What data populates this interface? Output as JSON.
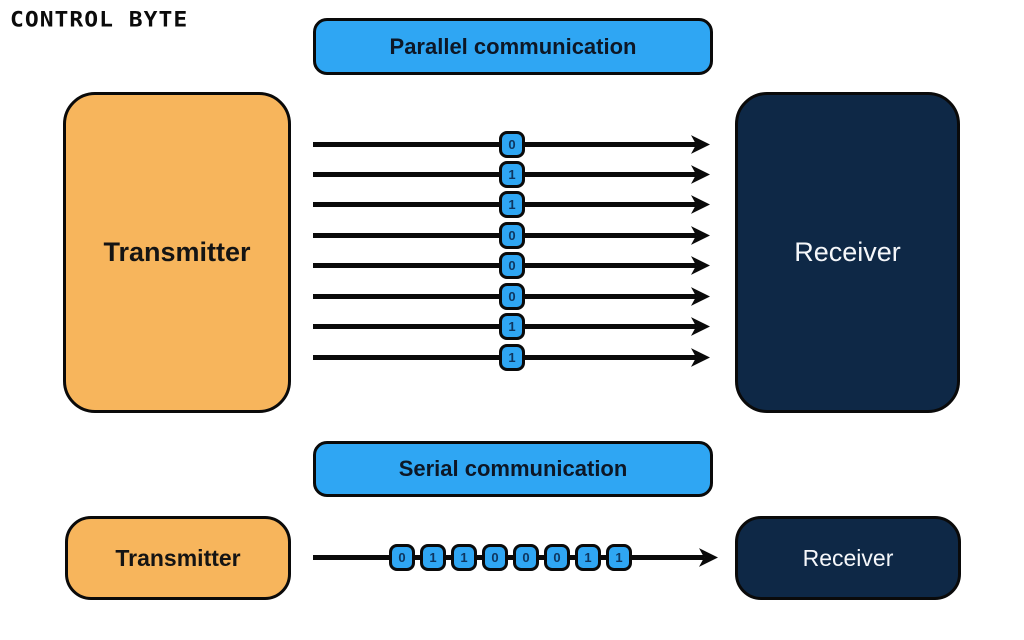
{
  "brand": {
    "logo_text": "CONTROL BYTE"
  },
  "colors": {
    "accent_blue": "#2FA6F3",
    "box_orange": "#F7B55C",
    "box_navy": "#0E2846",
    "line_black": "#0A0A0A",
    "bit_text_navy": "#0E355E",
    "title_text": "#0D1726",
    "receiver_text": "#F5F7FA",
    "transmitter_text": "#141414",
    "background": "#FFFFFF"
  },
  "parallel": {
    "title": "Parallel communication",
    "transmitter_label": "Transmitter",
    "receiver_label": "Receiver",
    "bits": [
      "0",
      "1",
      "1",
      "0",
      "0",
      "0",
      "1",
      "1"
    ]
  },
  "serial": {
    "title": "Serial communication",
    "transmitter_label": "Transmitter",
    "receiver_label": "Receiver",
    "bits": [
      "0",
      "1",
      "1",
      "0",
      "0",
      "0",
      "1",
      "1"
    ]
  }
}
